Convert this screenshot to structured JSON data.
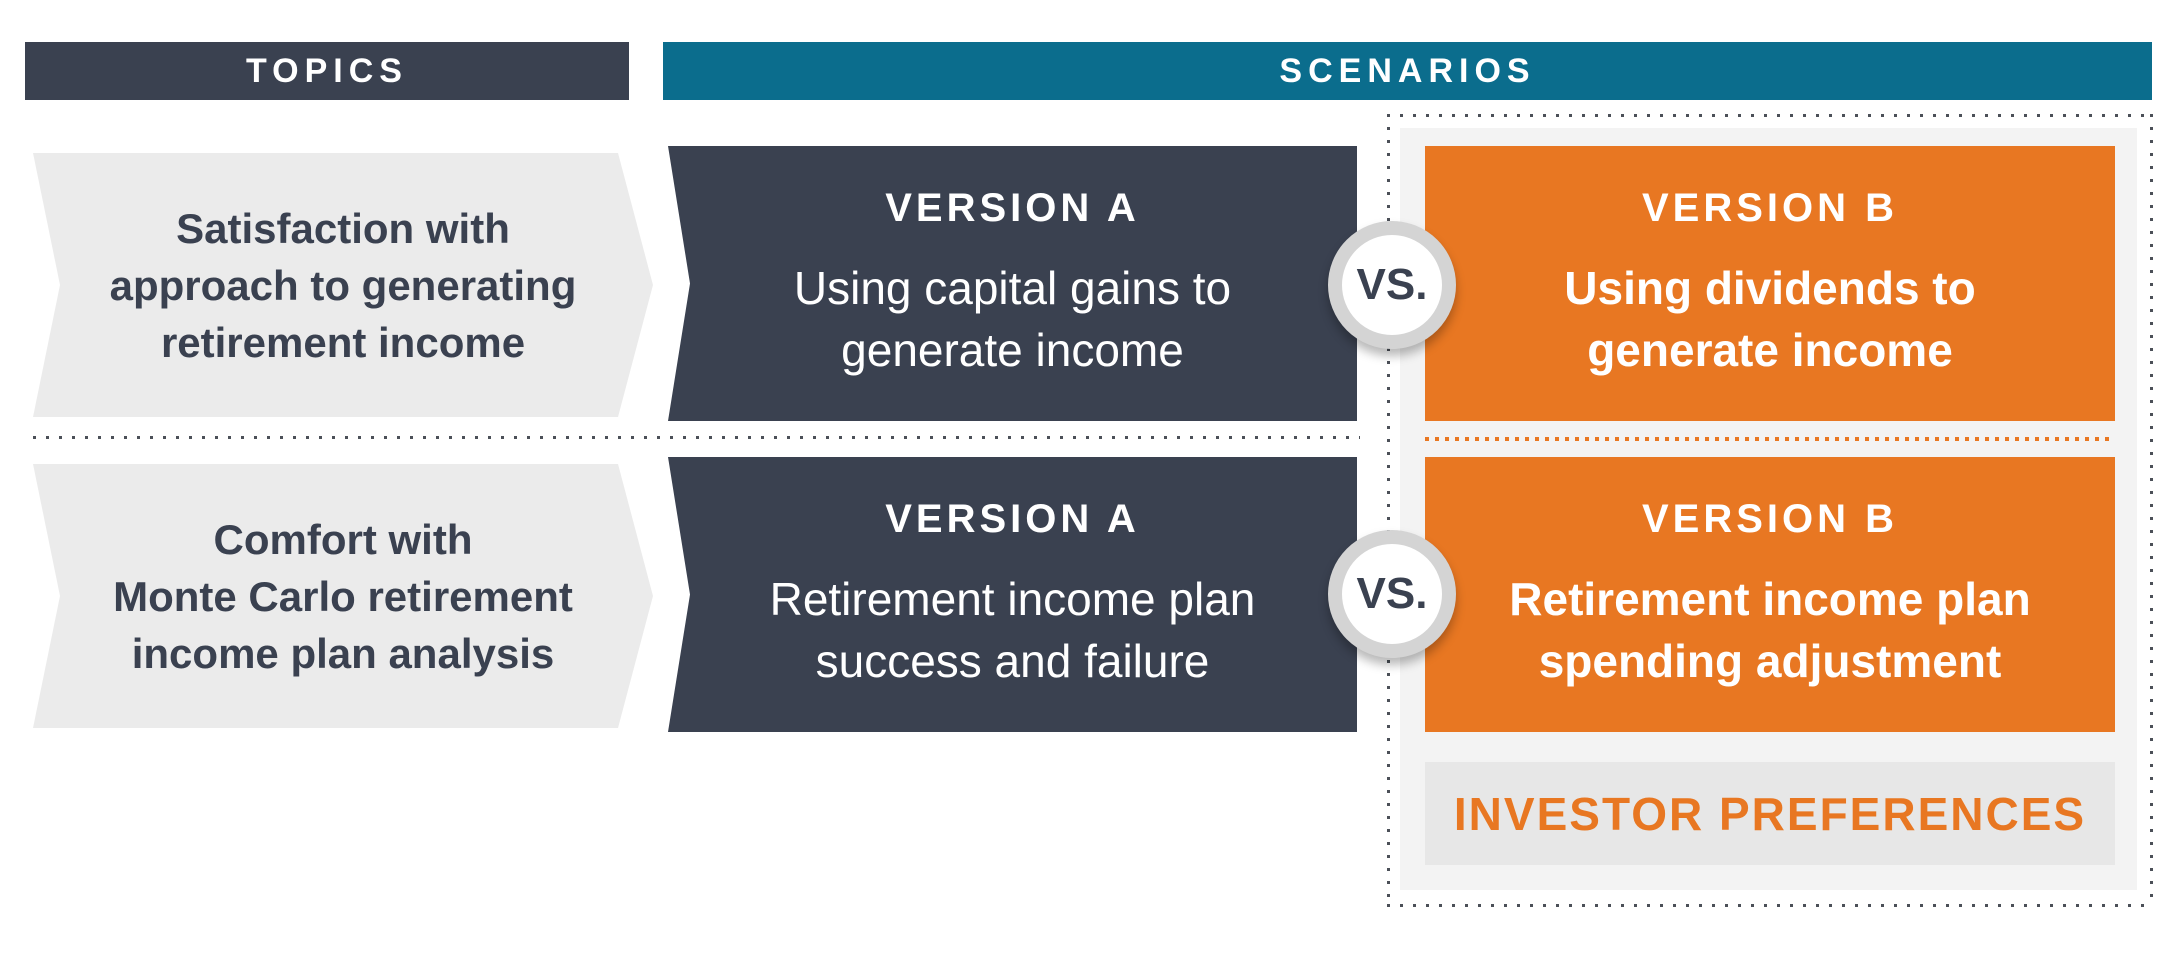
{
  "colors": {
    "navy": "#3a4150",
    "teal": "#0b6d8d",
    "orange": "#e87722",
    "light_gray": "#ebebeb",
    "panel_gray": "#f3f3f3",
    "investor_gray": "#e7e7e7",
    "dot": "#4b5058"
  },
  "header": {
    "topics": "TOPICS",
    "scenarios": "SCENARIOS"
  },
  "rows": [
    {
      "topic": {
        "lines": [
          "Satisfaction with",
          "approach to generating",
          "retirement income"
        ]
      },
      "version_a": {
        "heading": "VERSION A",
        "lines": [
          "Using capital gains to",
          "generate income"
        ]
      },
      "vs": "VS.",
      "version_b": {
        "heading": "VERSION B",
        "lines": [
          "Using dividends to",
          "generate income"
        ]
      }
    },
    {
      "topic": {
        "lines": [
          "Comfort with",
          "Monte Carlo retirement",
          "income plan analysis"
        ]
      },
      "version_a": {
        "heading": "VERSION A",
        "lines": [
          "Retirement income plan",
          "success and failure"
        ]
      },
      "vs": "VS.",
      "version_b": {
        "heading": "VERSION B",
        "lines": [
          "Retirement income plan",
          "spending adjustment"
        ]
      }
    }
  ],
  "footer": {
    "investor_preferences": "INVESTOR PREFERENCES"
  }
}
